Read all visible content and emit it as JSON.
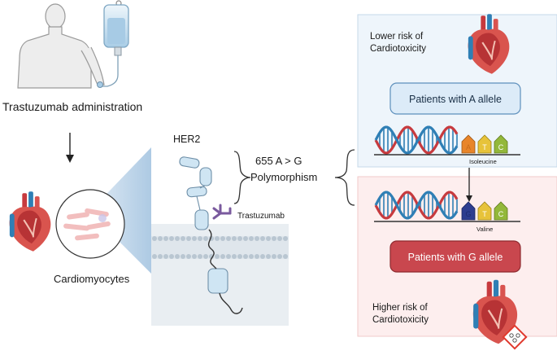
{
  "labels": {
    "administration": "Trastuzumab administration",
    "cardiomyocytes": "Cardiomyocytes",
    "her2": "HER2",
    "polymorphism_line1": "655 A > G",
    "polymorphism_line2": "Polymorphism",
    "trastuzumab": "Trastuzumab"
  },
  "lower_panel": {
    "risk_line1": "Lower risk of",
    "risk_line2": "Cardiotoxicity",
    "patients": "Patients with A allele",
    "amino_acid": "Isoleucine",
    "bases": [
      "A",
      "T",
      "C"
    ]
  },
  "higher_panel": {
    "risk_line1": "Higher risk of",
    "risk_line2": "Cardiotoxicity",
    "patients": "Patients with G allele",
    "amino_acid": "Valine",
    "bases": [
      "G",
      "T",
      "C"
    ]
  },
  "colors": {
    "lower_bg": "#eef5fb",
    "higher_bg": "#fdeeee",
    "a_allele_box": "#dcebf8",
    "g_allele_box": "#c9474e",
    "dna_blue": "#2f7fb5",
    "dna_red": "#c73a3e",
    "base_a": "#e8852a",
    "base_g": "#2d3d8f",
    "base_t": "#e7c33a",
    "base_c": "#93b83a",
    "her2_protein": "#cfe5f3",
    "antibody": "#7a5a9e",
    "membrane": "#b9c6d1"
  }
}
